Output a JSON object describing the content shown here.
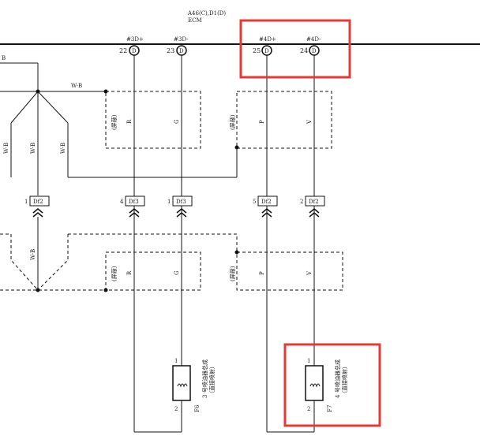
{
  "header": {
    "connector": "A46(C),D1(D)",
    "unit": "ECM"
  },
  "ecm_pins": [
    {
      "id": "p22",
      "signal": "#3D+",
      "num": "22",
      "conn": "D"
    },
    {
      "id": "p23",
      "signal": "#3D-",
      "num": "23",
      "conn": "D"
    },
    {
      "id": "p25",
      "signal": "#4D+",
      "num": "25",
      "conn": "D"
    },
    {
      "id": "p24",
      "signal": "#4D-",
      "num": "24",
      "conn": "D"
    }
  ],
  "left_tag_top": "B",
  "wire_labels": {
    "ground_top": "W-B",
    "ground_mid": "W-B",
    "vertical_left_a": "W-B",
    "vertical_left_b": "W-B",
    "vertical_left_c": "W-B"
  },
  "shield_label": "(屏蔽)",
  "shield_wires": {
    "upper_a": [
      "R",
      "G"
    ],
    "upper_b": [
      "P",
      "V"
    ],
    "lower_a": [
      "R",
      "G"
    ],
    "lower_b": [
      "P",
      "V"
    ]
  },
  "connectors": [
    {
      "id": "c1",
      "pin": "1",
      "name": "Df2"
    },
    {
      "id": "c2",
      "pin": "4",
      "name": "Df3"
    },
    {
      "id": "c3",
      "pin": "1",
      "name": "Df3"
    },
    {
      "id": "c4",
      "pin": "5",
      "name": "Df2"
    },
    {
      "id": "c5",
      "pin": "2",
      "name": "Df2"
    }
  ],
  "injectors": [
    {
      "id": "i3",
      "ref": "F6",
      "num": "3",
      "name": "号喷油器总成",
      "note": "（直接喷射）",
      "pin_top": "1",
      "pin_bottom": "2"
    },
    {
      "id": "i4",
      "ref": "F7",
      "num": "4",
      "name": "号喷油器总成",
      "note": "（直接喷射）",
      "pin_top": "1",
      "pin_bottom": "2"
    }
  ],
  "colors": {
    "line": "#111111",
    "highlight": "#e53935"
  }
}
